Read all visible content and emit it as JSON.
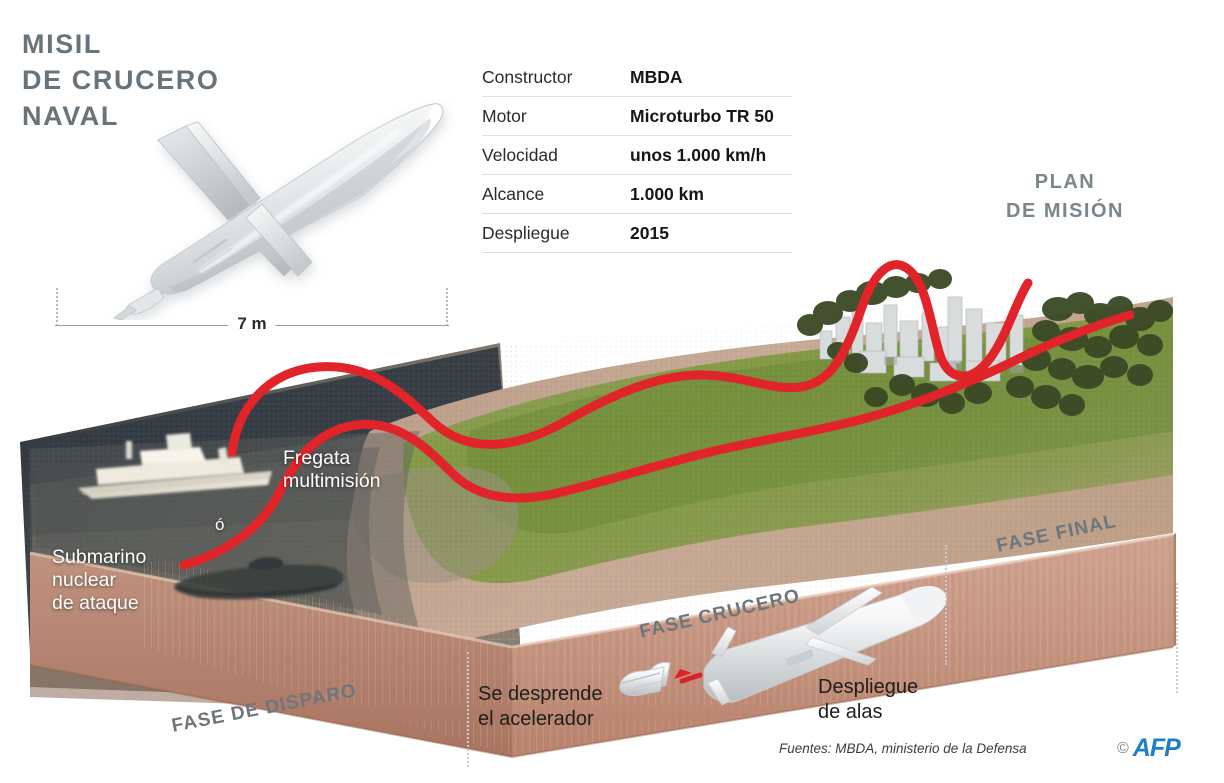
{
  "titles": {
    "main_line1": "MISIL",
    "main_line2": "DE CRUCERO",
    "main_line3": "NAVAL",
    "plan_line1": "PLAN",
    "plan_line2": "DE MISIÓN"
  },
  "dimension": {
    "label": "7 m"
  },
  "spec_table": {
    "rows": [
      {
        "key": "Constructor",
        "value": "MBDA"
      },
      {
        "key": "Motor",
        "value": "Microturbo TR 50"
      },
      {
        "key": "Velocidad",
        "value": "unos 1.000 km/h"
      },
      {
        "key": "Alcance",
        "value": "1.000 km"
      },
      {
        "key": "Despliegue",
        "value": "2015"
      }
    ]
  },
  "scene_labels": {
    "frigate_line1": "Fregata",
    "frigate_line2": "multimisión",
    "or": "ó",
    "submarine_line1": "Submarino",
    "submarine_line2": "nuclear",
    "submarine_line3": "de ataque"
  },
  "phases": {
    "launch": "FASE DE DISPARO",
    "cruise": "FASE CRUCERO",
    "final": "FASE FINAL"
  },
  "callouts": {
    "booster_line1": "Se desprende",
    "booster_line2": "el acelerador",
    "wings_line1": "Despliegue",
    "wings_line2": "de alas"
  },
  "footer": {
    "sources": "Fuentes: MBDA, ministerio de la Defensa",
    "copyright": "©",
    "agency": "AFP"
  },
  "colors": {
    "title_gray": "#68737b",
    "plan_gray": "#7b858c",
    "trajectory_red": "#e0242a",
    "afp_blue": "#1f7fc4",
    "ocean_dark": "#3b4248",
    "terrain_earth": "#c79884",
    "grass_green": "#7f9a52"
  }
}
